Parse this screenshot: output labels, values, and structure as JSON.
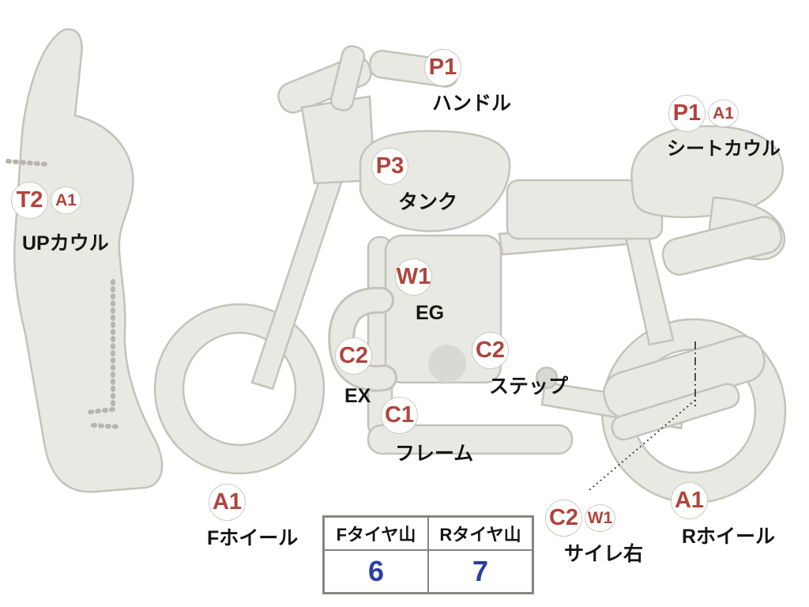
{
  "diagram_title": "motorcycle-condition-diagram",
  "colors": {
    "body_fill": "#e9e9e3",
    "body_stroke": "#c3c3bb",
    "badge_text": "#b0443c",
    "badge_border": "#c9c9c1",
    "part_text": "#151515",
    "tire_value_text": "#2b3f9e",
    "table_border": "#85857f"
  },
  "labels": [
    {
      "part": "handle",
      "codes": [
        "P1"
      ],
      "name": "ハンドル"
    },
    {
      "part": "seat-cowl",
      "codes": [
        "P1",
        "A1"
      ],
      "name": "シートカウル"
    },
    {
      "part": "tank",
      "codes": [
        "P3"
      ],
      "name": "タンク"
    },
    {
      "part": "up-cowl",
      "codes": [
        "T2",
        "A1"
      ],
      "name": "UPカウル"
    },
    {
      "part": "engine",
      "codes": [
        "W1"
      ],
      "name": "EG"
    },
    {
      "part": "exhaust",
      "codes": [
        "C2"
      ],
      "name": "EX"
    },
    {
      "part": "step",
      "codes": [
        "C2"
      ],
      "name": "ステップ"
    },
    {
      "part": "frame",
      "codes": [
        "C1"
      ],
      "name": "フレーム"
    },
    {
      "part": "front-wheel",
      "codes": [
        "A1"
      ],
      "name": "Fホイール"
    },
    {
      "part": "silencer-right",
      "codes": [
        "C2",
        "W1"
      ],
      "name": "サイレ右"
    },
    {
      "part": "rear-wheel",
      "codes": [
        "A1"
      ],
      "name": "Rホイール"
    }
  ],
  "tire_table": {
    "headers": [
      "Fタイヤ山",
      "Rタイヤ山"
    ],
    "values": [
      "6",
      "7"
    ]
  }
}
